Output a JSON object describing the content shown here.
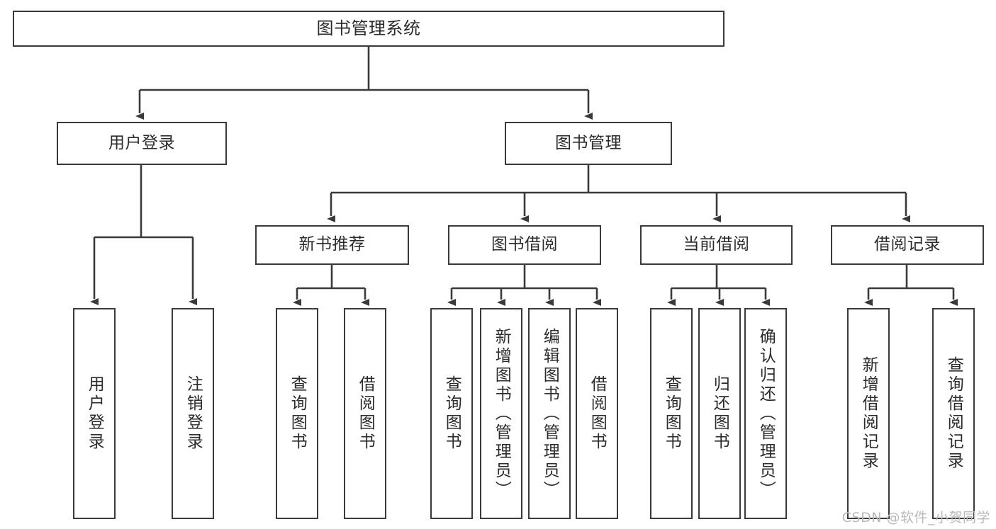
{
  "diagram": {
    "title": "图书管理系统",
    "type": "tree-hierarchy",
    "stroke_color": "#3a3a3a",
    "text_color": "#2b2b2b",
    "background_color": "#ffffff"
  },
  "nodes": {
    "root": {
      "label": "图书管理系统"
    },
    "level1": [
      {
        "id": "user-login",
        "label": "用户登录"
      },
      {
        "id": "book-manage",
        "label": "图书管理"
      }
    ],
    "level2": [
      {
        "id": "new-book-rec",
        "label": "新书推荐"
      },
      {
        "id": "book-borrow",
        "label": "图书借阅"
      },
      {
        "id": "current-borrow",
        "label": "当前借阅"
      },
      {
        "id": "borrow-record",
        "label": "借阅记录"
      }
    ],
    "leaves": {
      "user_login": [
        {
          "id": "leaf-user-login",
          "label": "用户登录"
        },
        {
          "id": "leaf-logout-login",
          "label": "注销登录"
        }
      ],
      "new_book_rec": [
        {
          "id": "leaf-query-book-1",
          "label": "查询图书"
        },
        {
          "id": "leaf-borrow-book-1",
          "label": "借阅图书"
        }
      ],
      "book_borrow": [
        {
          "id": "leaf-query-book-2",
          "label": "查询图书"
        },
        {
          "id": "leaf-add-book",
          "label": "新增图书（管理员）"
        },
        {
          "id": "leaf-edit-book",
          "label": "编辑图书（管理员）"
        },
        {
          "id": "leaf-borrow-book-2",
          "label": "借阅图书"
        }
      ],
      "current_borrow": [
        {
          "id": "leaf-query-book-3",
          "label": "查询图书"
        },
        {
          "id": "leaf-return-book",
          "label": "归还图书"
        },
        {
          "id": "leaf-confirm-return",
          "label": "确认归还（管理员）"
        }
      ],
      "borrow_record": [
        {
          "id": "leaf-add-record",
          "label": "新增借阅记录"
        },
        {
          "id": "leaf-query-record",
          "label": "查询借阅记录"
        }
      ]
    }
  },
  "watermark": {
    "text": "CSDN @软件_小贺同学"
  }
}
